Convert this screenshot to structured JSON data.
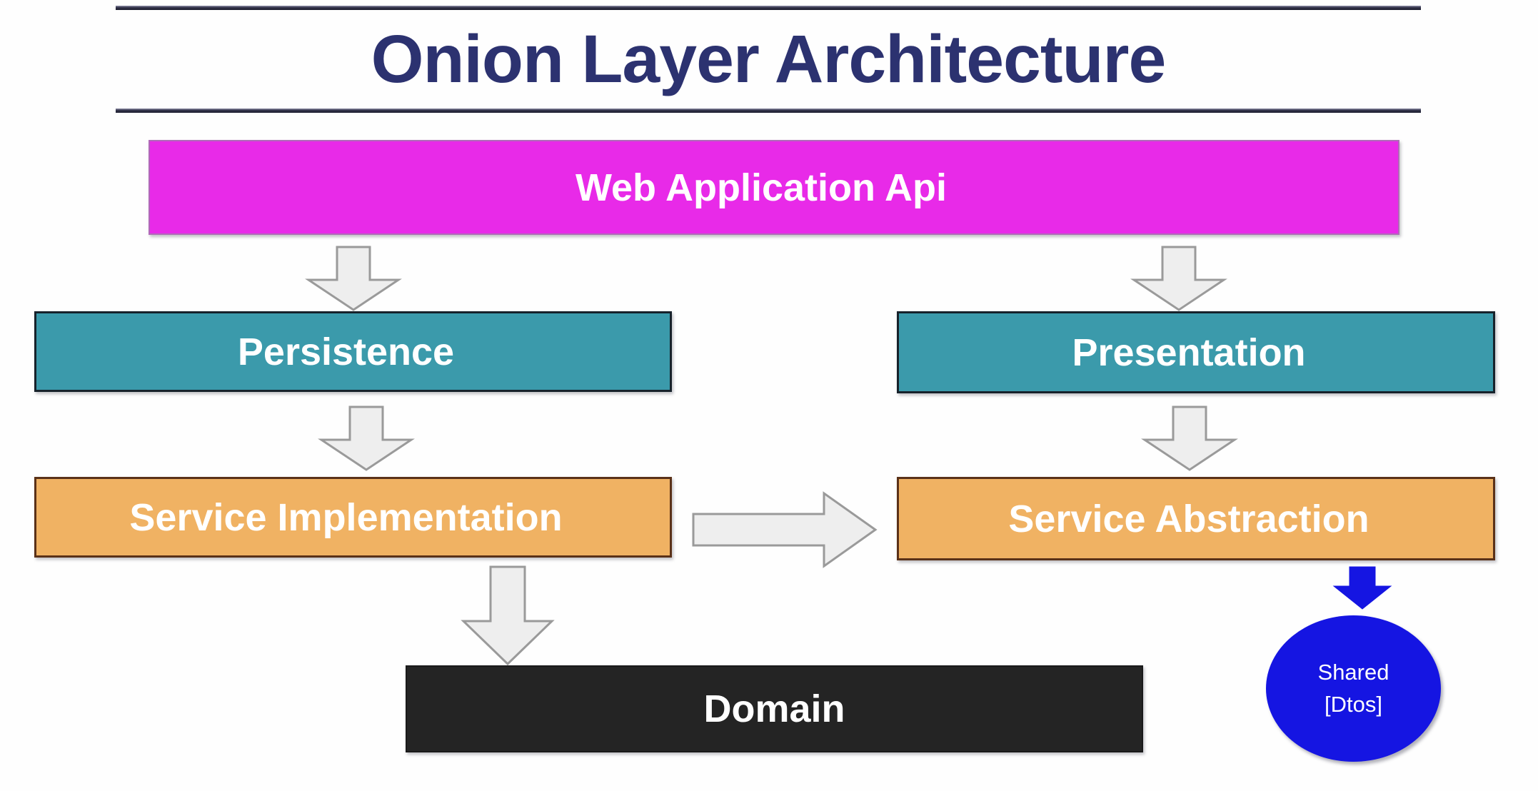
{
  "title": "Onion Layer Architecture",
  "colors": {
    "title_text": "#2c3270",
    "web_api": "#e82ae8",
    "persistence": "#3b9aab",
    "presentation": "#3b9aab",
    "service_implementation": "#f0b263",
    "service_abstraction": "#f0b263",
    "domain": "#242424",
    "shared": "#1515e2",
    "arrow_grey_fill": "#eeeeee",
    "arrow_grey_stroke": "#9a9a9a",
    "arrow_blue": "#1515e2"
  },
  "layers": {
    "web_api": "Web Application Api",
    "persistence": "Persistence",
    "presentation": "Presentation",
    "service_implementation": "Service Implementation",
    "service_abstraction": "Service Abstraction",
    "domain": "Domain"
  },
  "shared": {
    "line1": "Shared",
    "line2": "[Dtos]"
  },
  "arrows": [
    {
      "name": "web-api-to-persistence",
      "direction": "down",
      "style": "grey"
    },
    {
      "name": "web-api-to-presentation",
      "direction": "down",
      "style": "grey"
    },
    {
      "name": "persistence-to-service-implementation",
      "direction": "down",
      "style": "grey"
    },
    {
      "name": "presentation-to-service-abstraction",
      "direction": "down",
      "style": "grey"
    },
    {
      "name": "service-implementation-to-service-abstraction",
      "direction": "right",
      "style": "grey"
    },
    {
      "name": "service-implementation-to-domain",
      "direction": "down",
      "style": "grey"
    },
    {
      "name": "service-abstraction-to-shared",
      "direction": "down",
      "style": "blue"
    }
  ]
}
